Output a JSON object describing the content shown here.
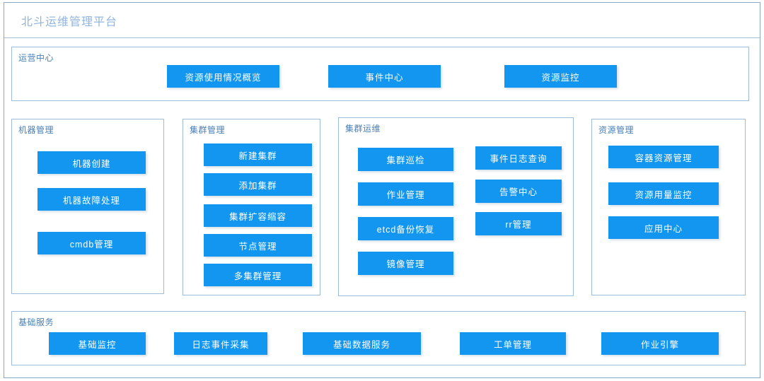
{
  "header": {
    "app_title": "北斗运维管理平台"
  },
  "colors": {
    "button_blue": "#1296f0",
    "panel_border": "#9dbcd9",
    "outer_border": "#8aa8c4",
    "panel_label": "#4a7fb5",
    "app_title": "#8fb4dd",
    "button_text": "#ffffff",
    "background": "#ffffff"
  },
  "sections": {
    "operations_center": {
      "label": "运营中心",
      "buttons": [
        {
          "label": "资源使用情况概览",
          "name": "resource-usage-overview"
        },
        {
          "label": "事件中心",
          "name": "event-center"
        },
        {
          "label": "资源监控",
          "name": "resource-monitoring"
        }
      ]
    },
    "machine_management": {
      "label": "机器管理",
      "buttons": [
        {
          "label": "机器创建",
          "name": "machine-create"
        },
        {
          "label": "机器故障处理",
          "name": "machine-fault-handling"
        },
        {
          "label": "cmdb管理",
          "name": "cmdb-management"
        }
      ]
    },
    "cluster_management": {
      "label": "集群管理",
      "buttons": [
        {
          "label": "新建集群",
          "name": "cluster-create"
        },
        {
          "label": "添加集群",
          "name": "cluster-add"
        },
        {
          "label": "集群扩容缩容",
          "name": "cluster-scale"
        },
        {
          "label": "节点管理",
          "name": "node-management"
        },
        {
          "label": "多集群管理",
          "name": "multi-cluster-management"
        }
      ]
    },
    "cluster_operations": {
      "label": "集群运维",
      "column_left": [
        {
          "label": "集群巡检",
          "name": "cluster-inspection"
        },
        {
          "label": "作业管理",
          "name": "job-management"
        },
        {
          "label": "etcd备份恢复",
          "name": "etcd-backup-restore"
        },
        {
          "label": "镜像管理",
          "name": "image-management"
        }
      ],
      "column_right": [
        {
          "label": "事件日志查询",
          "name": "event-log-query"
        },
        {
          "label": "告警中心",
          "name": "alarm-center"
        },
        {
          "label": "rr管理",
          "name": "rr-management"
        }
      ]
    },
    "resource_management": {
      "label": "资源管理",
      "buttons": [
        {
          "label": "容器资源管理",
          "name": "container-resource-management"
        },
        {
          "label": "资源用量监控",
          "name": "resource-usage-monitoring"
        },
        {
          "label": "应用中心",
          "name": "application-center"
        }
      ]
    },
    "basic_services": {
      "label": "基础服务",
      "buttons": [
        {
          "label": "基础监控",
          "name": "basic-monitoring"
        },
        {
          "label": "日志事件采集",
          "name": "log-event-collection"
        },
        {
          "label": "基础数据服务",
          "name": "basic-data-service"
        },
        {
          "label": "工单管理",
          "name": "ticket-management"
        },
        {
          "label": "作业引擎",
          "name": "job-engine"
        }
      ]
    }
  }
}
